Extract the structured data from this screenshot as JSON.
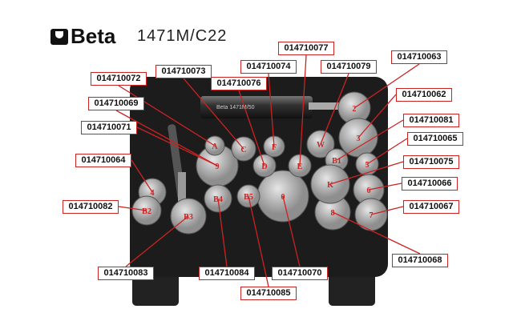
{
  "brand": "Beta",
  "model": "1471M/C22",
  "tool_engraving": "Beta 1471M/50",
  "parts": [
    {
      "code": "014710077",
      "disk": "E"
    },
    {
      "code": "014710074",
      "disk": "F"
    },
    {
      "code": "014710079",
      "disk": "W"
    },
    {
      "code": "014710063",
      "disk": "2"
    },
    {
      "code": "014710073",
      "disk": "C"
    },
    {
      "code": "014710076",
      "disk": "D"
    },
    {
      "code": "014710072",
      "disk": "A"
    },
    {
      "code": "014710062",
      "disk": "3"
    },
    {
      "code": "014710069",
      "disk": "9"
    },
    {
      "code": "014710081",
      "disk": "B1"
    },
    {
      "code": "014710071",
      "disk": "9"
    },
    {
      "code": "014710065",
      "disk": "5"
    },
    {
      "code": "014710064",
      "disk": "4"
    },
    {
      "code": "014710075",
      "disk": "K"
    },
    {
      "code": "014710066",
      "disk": "6"
    },
    {
      "code": "014710082",
      "disk": "B2"
    },
    {
      "code": "014710067",
      "disk": "7"
    },
    {
      "code": "014710068",
      "disk": "8"
    },
    {
      "code": "014710083",
      "disk": "B3"
    },
    {
      "code": "014710084",
      "disk": "B4"
    },
    {
      "code": "014710070",
      "disk": "0"
    },
    {
      "code": "014710085",
      "disk": "B5"
    }
  ],
  "colors": {
    "leader": "#cc2222",
    "case": "#1c1c1c",
    "disk": "#b8b8b8"
  }
}
